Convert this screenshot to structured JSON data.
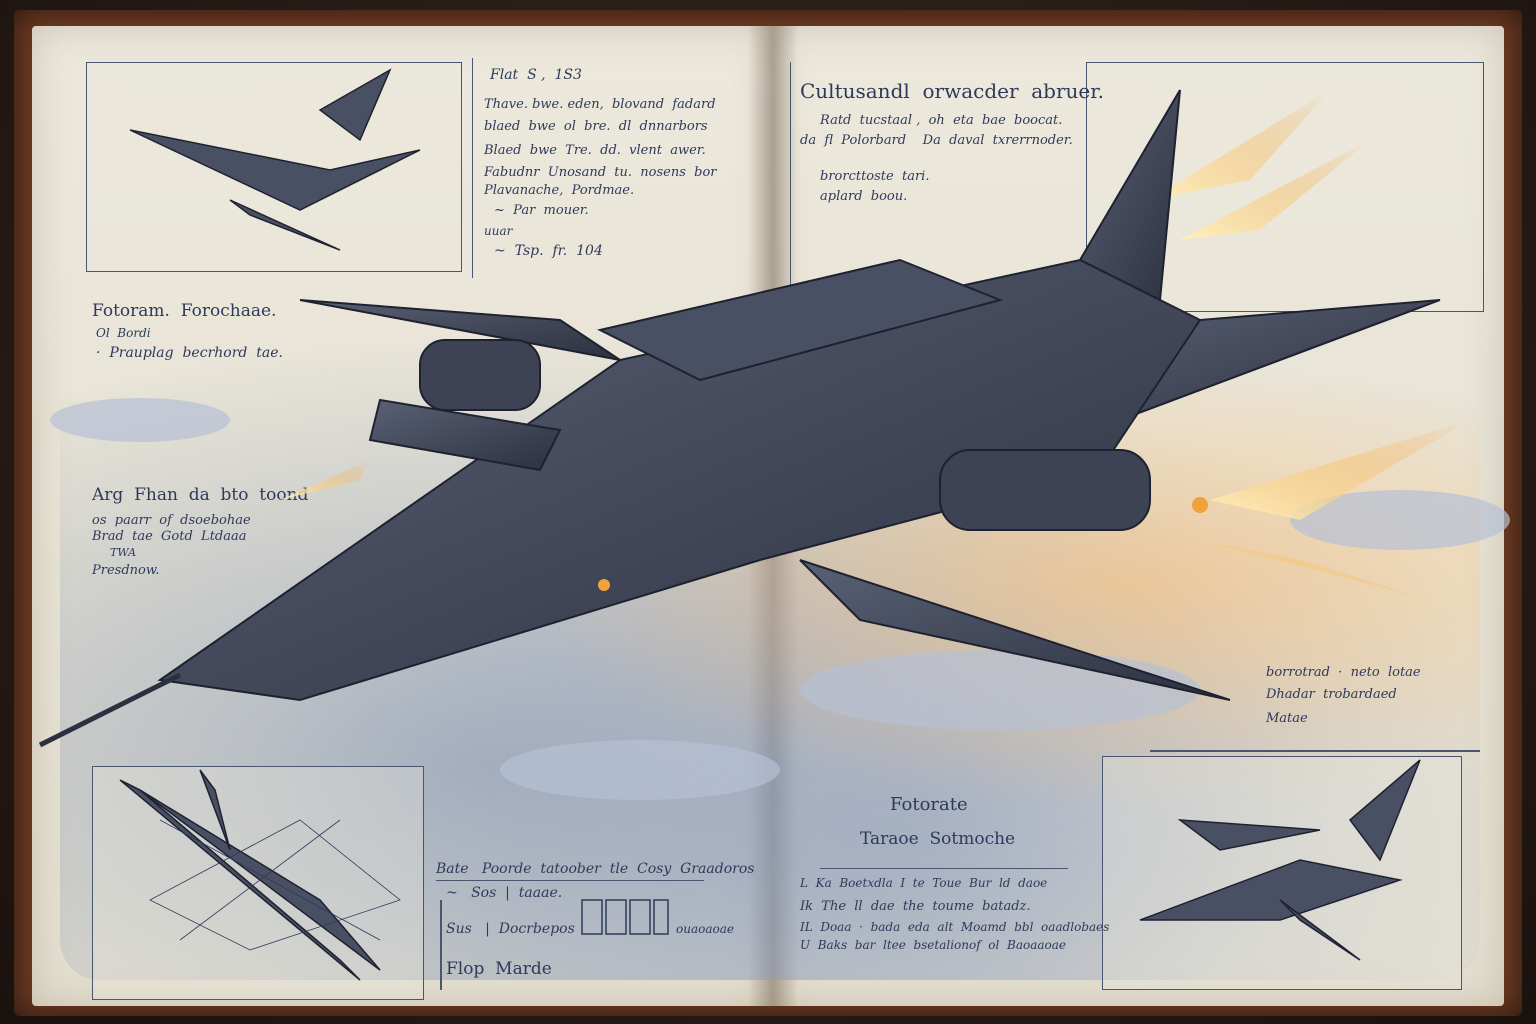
{
  "left_page": {
    "top_notes": {
      "header": "Flat  S ,  1S3",
      "lines": [
        "Thave. bwe. eden,  blovand  fadard",
        "blaed  bwe  ol  bre.  dl  dnnarbors",
        "Blaed  bwe  Tre.  dd.  vlent  awer.",
        "Fabudnr  Unosand  tu.  nosens  bor",
        "Plavanache,  Pordmae.",
        "~  Par  mouer.",
        "uuar"
      ],
      "footer": "~  Tsp.  fr.  104"
    },
    "mid_notes_1": {
      "lines": [
        "Fotoram.  Forochaae.",
        "Ol  Bordi",
        "·  Prauplag  becrhord  tae."
      ]
    },
    "mid_notes_2": {
      "lines": [
        "Arg  Fhan  da  bto  toond",
        "os  paarr  of  dsoebohae",
        "Brad  tae  Gotd  Ltdaaa",
        "TWA",
        "Presdnow."
      ]
    },
    "bottom_notes": {
      "line1": "Bate   Poorde  tatoober  tle  Cosy  Graadoros",
      "line2": "~   Sos  |  taaae.",
      "line3": "Sus   |  Docrbepos",
      "line3_suffix": "ouaoaoae",
      "footer": "Flop  Marde"
    }
  },
  "right_page": {
    "top_notes": {
      "heading": "Cultusandl  orwacder  abruer.",
      "lines": [
        "Ratd  tucstaal ,  oh  eta  bae  boocat.",
        "da  fl  Polorbard    Da  daval  txrerrnoder.",
        "brorcttoste  tari.",
        "aplard  boou."
      ]
    },
    "side_notes": {
      "lines": [
        "borrotrad  ·  neto  lotae",
        "Dhadar  trobardaed",
        "Matae"
      ]
    },
    "bottom_notes": {
      "title": "Fotorate",
      "subtitle": "Taraoe  Sotmoche",
      "lines": [
        "L  Ka  Boetxdla  I  te  Toue  Bur  ld  daoe",
        "Ik  The  ll  dae  the  toume  batadz.",
        "IL  Doaa  ·  bada  eda  alt  Moamd  bbl  oaadlobaes",
        "U  Baks  bar  ltee  bsetalionof  ol  Baoaaoae"
      ]
    }
  },
  "colors": {
    "ink": "#2e3a5a",
    "hull": "#3b4152",
    "glow": "#f2a23a",
    "paper": "#ece8dc",
    "cover": "#6b3a22"
  }
}
